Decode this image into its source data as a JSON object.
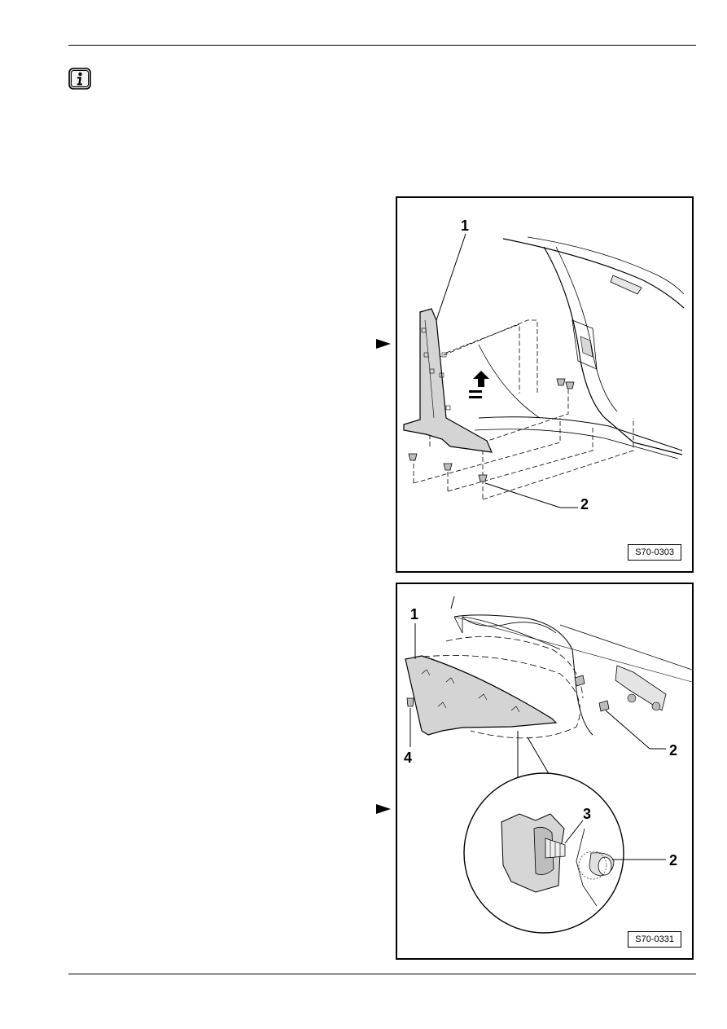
{
  "page": {
    "info_icon": "info-icon"
  },
  "figures": [
    {
      "code": "S70-0303",
      "callouts": [
        "1",
        "2"
      ]
    },
    {
      "code": "S70-0331",
      "callouts": [
        "1",
        "2",
        "3",
        "2",
        "4"
      ]
    }
  ],
  "markers": [
    "arrow-right-icon",
    "arrow-right-icon"
  ]
}
